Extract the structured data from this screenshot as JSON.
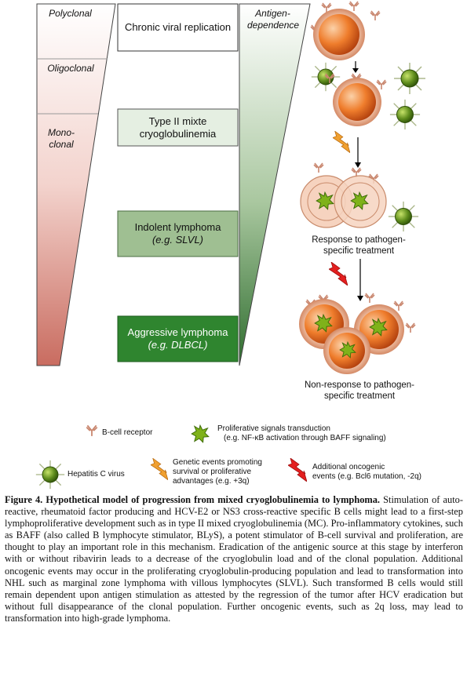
{
  "left_triangle": {
    "levels": [
      "Polyclonal",
      "Oligoclonal",
      "Mono-\nclonal"
    ]
  },
  "boxes": [
    {
      "line1": "Chronic viral replication",
      "line2": "",
      "style": "white"
    },
    {
      "line1": "Type II mixte",
      "line2": "cryoglobulinemia",
      "style": "light"
    },
    {
      "line1": "Indolent lymphoma",
      "line2": "(e.g. SLVL)",
      "style": "mid"
    },
    {
      "line1": "Aggressive lymphoma",
      "line2": "(e.g. DLBCL)",
      "style": "dark"
    }
  ],
  "right_triangle": {
    "label": "Antigen-\ndependence"
  },
  "labels": {
    "response": "Response to pathogen-\nspecific treatment",
    "non_response": "Non-response to pathogen-\nspecific treatment"
  },
  "legend": {
    "bcell_receptor": "B-cell receptor",
    "proliferative": "Proliferative signals transduction",
    "proliferative_sub": "(e.g. NF-κB activation through BAFF signaling)",
    "hcv": "Hepatitis C virus",
    "genetic": "Genetic events promoting\nsurvival or proliferative\nadvantages (e.g. +3q)",
    "oncogenic": "Additional oncogenic\nevents (e.g. Bcl6 mutation, -2q)"
  },
  "caption": {
    "title": "Figure 4. Hypothetical model of progression from mixed cryoglobulinemia to lymphoma.",
    "body": "Stimulation of auto-reactive, rheumatoid factor producing and HCV-E2 or NS3 cross-reactive specific B cells might lead to a first-step lymphoproliferative development such as in type II mixed cryoglobulinemia (MC). Pro-inflammatory cytokines, such as BAFF (also called B lymphocyte stimulator, BLyS), a potent stimulator of B-cell survival and proliferation, are thought to play an important role in this mechanism. Eradication of the antigenic source at this stage by interferon with or without ribavirin leads to a decrease of the cryoglobulin load and of the clonal population. Additional oncogenic events may occur in the proliferating cryoglobulin-producing population and lead to transformation into NHL such as marginal zone lymphoma with villous lymphocytes (SLVL). Such transformed B cells would still remain dependent upon antigen stimulation as attested by the regression of the tumor after HCV eradication but without full disappearance of the clonal population. Further oncogenic events, such as 2q loss, may lead to transformation into high-grade lymphoma."
  }
}
